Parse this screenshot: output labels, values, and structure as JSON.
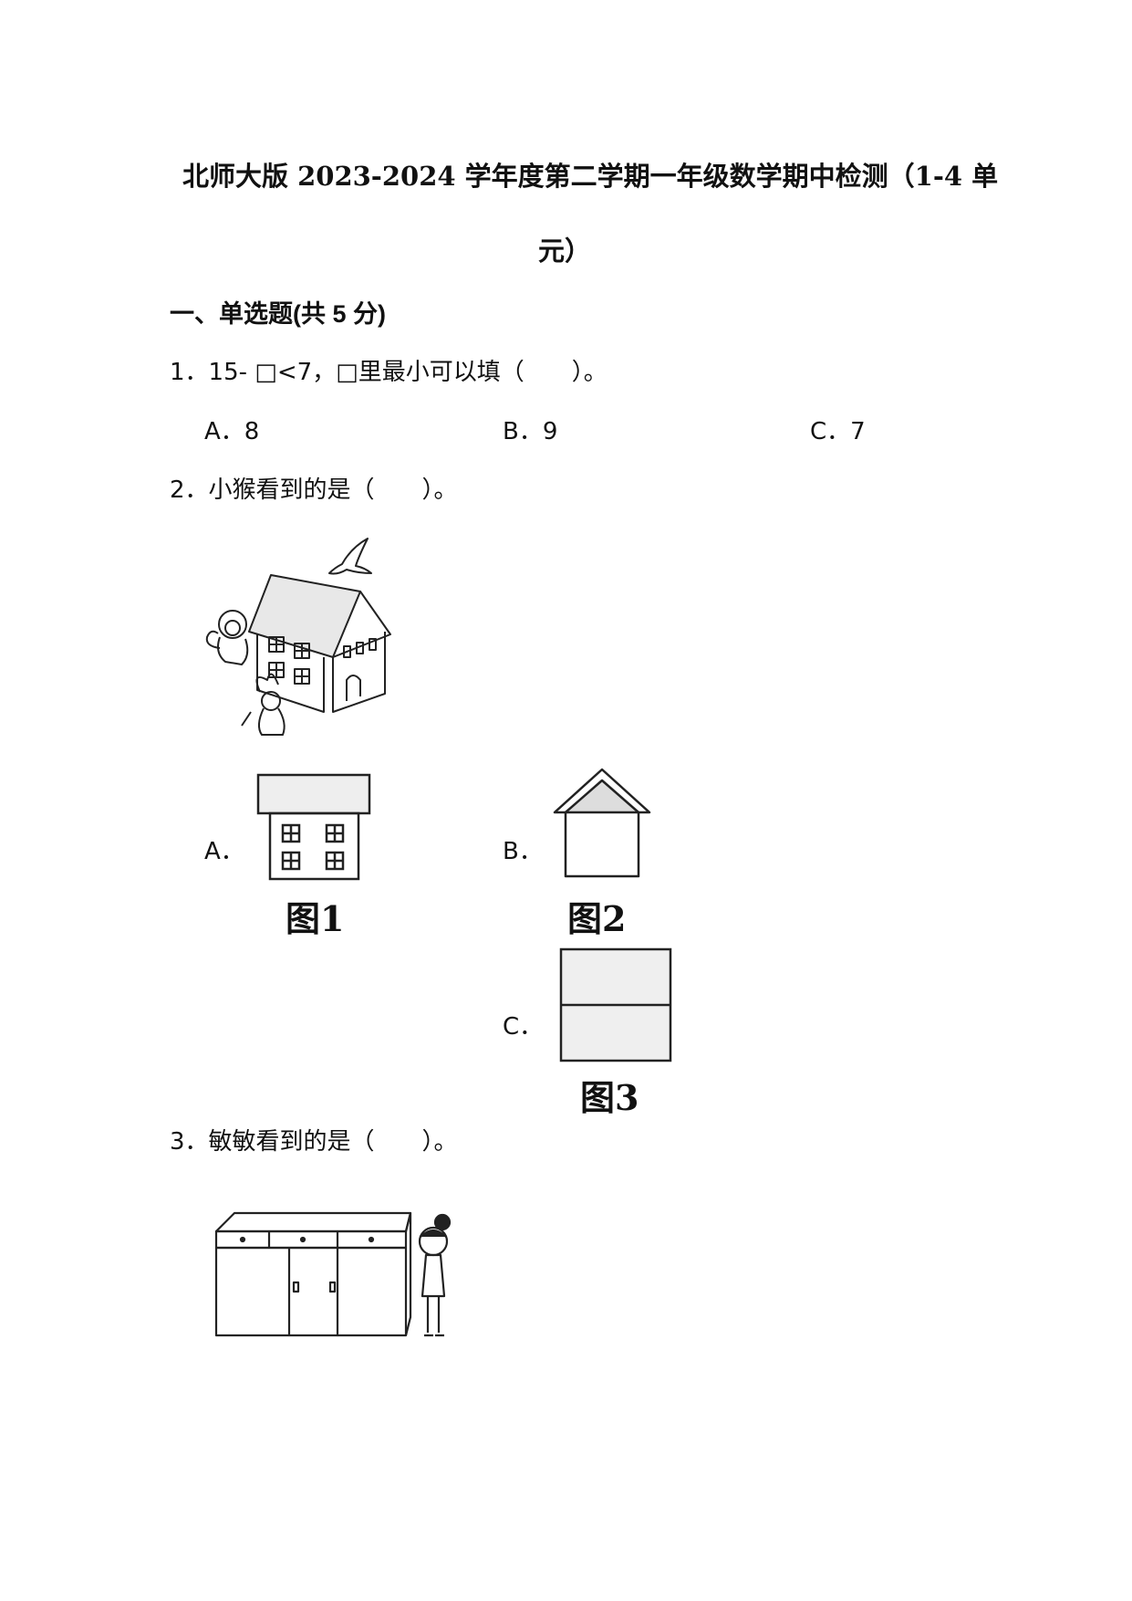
{
  "document": {
    "title_line1": "北师大版 2023-2024 学年度第二学期一年级数学期中检测（1-4 单",
    "title_line2": "元）",
    "section1": "一、单选题(共 5 分)",
    "questions": [
      {
        "stem": "1．15- □<7，□里最小可以填（　　）。",
        "options": [
          {
            "label": "A．8"
          },
          {
            "label": "B．9"
          },
          {
            "label": "C．7"
          }
        ]
      },
      {
        "stem": "2．小猴看到的是（　　）。",
        "options": [
          {
            "label": "A．",
            "caption": "图1"
          },
          {
            "label": "B．",
            "caption": "图2"
          },
          {
            "label": "C．",
            "caption": "图3"
          }
        ]
      },
      {
        "stem": "3．敏敏看到的是（　　）。"
      }
    ]
  }
}
